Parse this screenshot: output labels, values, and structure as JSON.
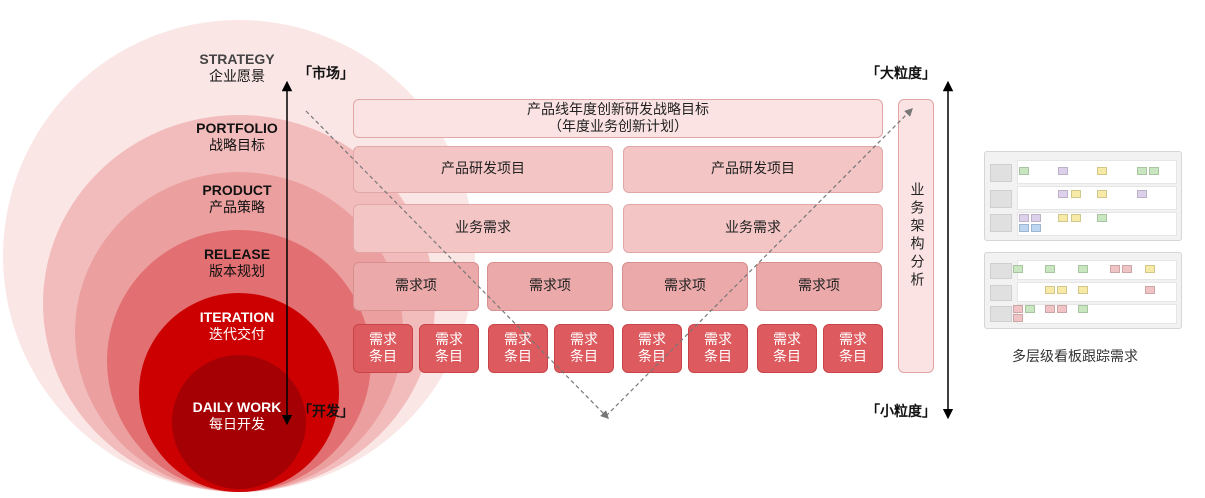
{
  "rings": [
    {
      "en": "STRATEGY",
      "cn": "企业愿景",
      "color": "#fbe6e6",
      "en_color": "#444444"
    },
    {
      "en": "PORTFOLIO",
      "cn": "战略目标",
      "color": "#f3bcbc",
      "en_color": "#111111"
    },
    {
      "en": "PRODUCT",
      "cn": "产品策略",
      "color": "#ec9f9f",
      "en_color": "#111111"
    },
    {
      "en": "RELEASE",
      "cn": "版本规划",
      "color": "#e26f71",
      "en_color": "#111111"
    },
    {
      "en": "ITERATION",
      "cn": "迭代交付",
      "color": "#cc0000",
      "en_color": "#ffffff"
    },
    {
      "en": "DAILY WORK",
      "cn": "每日开发",
      "color": "#a50004",
      "en_color": "#ffffff"
    }
  ],
  "tags": {
    "market": "「市场」",
    "dev": "「开发」",
    "coarse": "「大粒度」",
    "fine": "「小粒度」"
  },
  "hierarchy": {
    "top_line1": "产品线年度创新研发战略目标",
    "top_line2": "（年度业务创新计划）",
    "projects": [
      "产品研发项目",
      "产品研发项目"
    ],
    "business": [
      "业务需求",
      "业务需求"
    ],
    "items": [
      "需求项",
      "需求项",
      "需求项",
      "需求项"
    ],
    "entries": [
      "需求\n条目",
      "需求\n条目",
      "需求\n条目",
      "需求\n条目",
      "需求\n条目",
      "需求\n条目",
      "需求\n条目",
      "需求\n条目"
    ],
    "arch": "业务架构分析"
  },
  "board_caption": "多层级看板跟踪需求",
  "colors": {
    "arrow": "#000000",
    "dashed": "#777777"
  }
}
